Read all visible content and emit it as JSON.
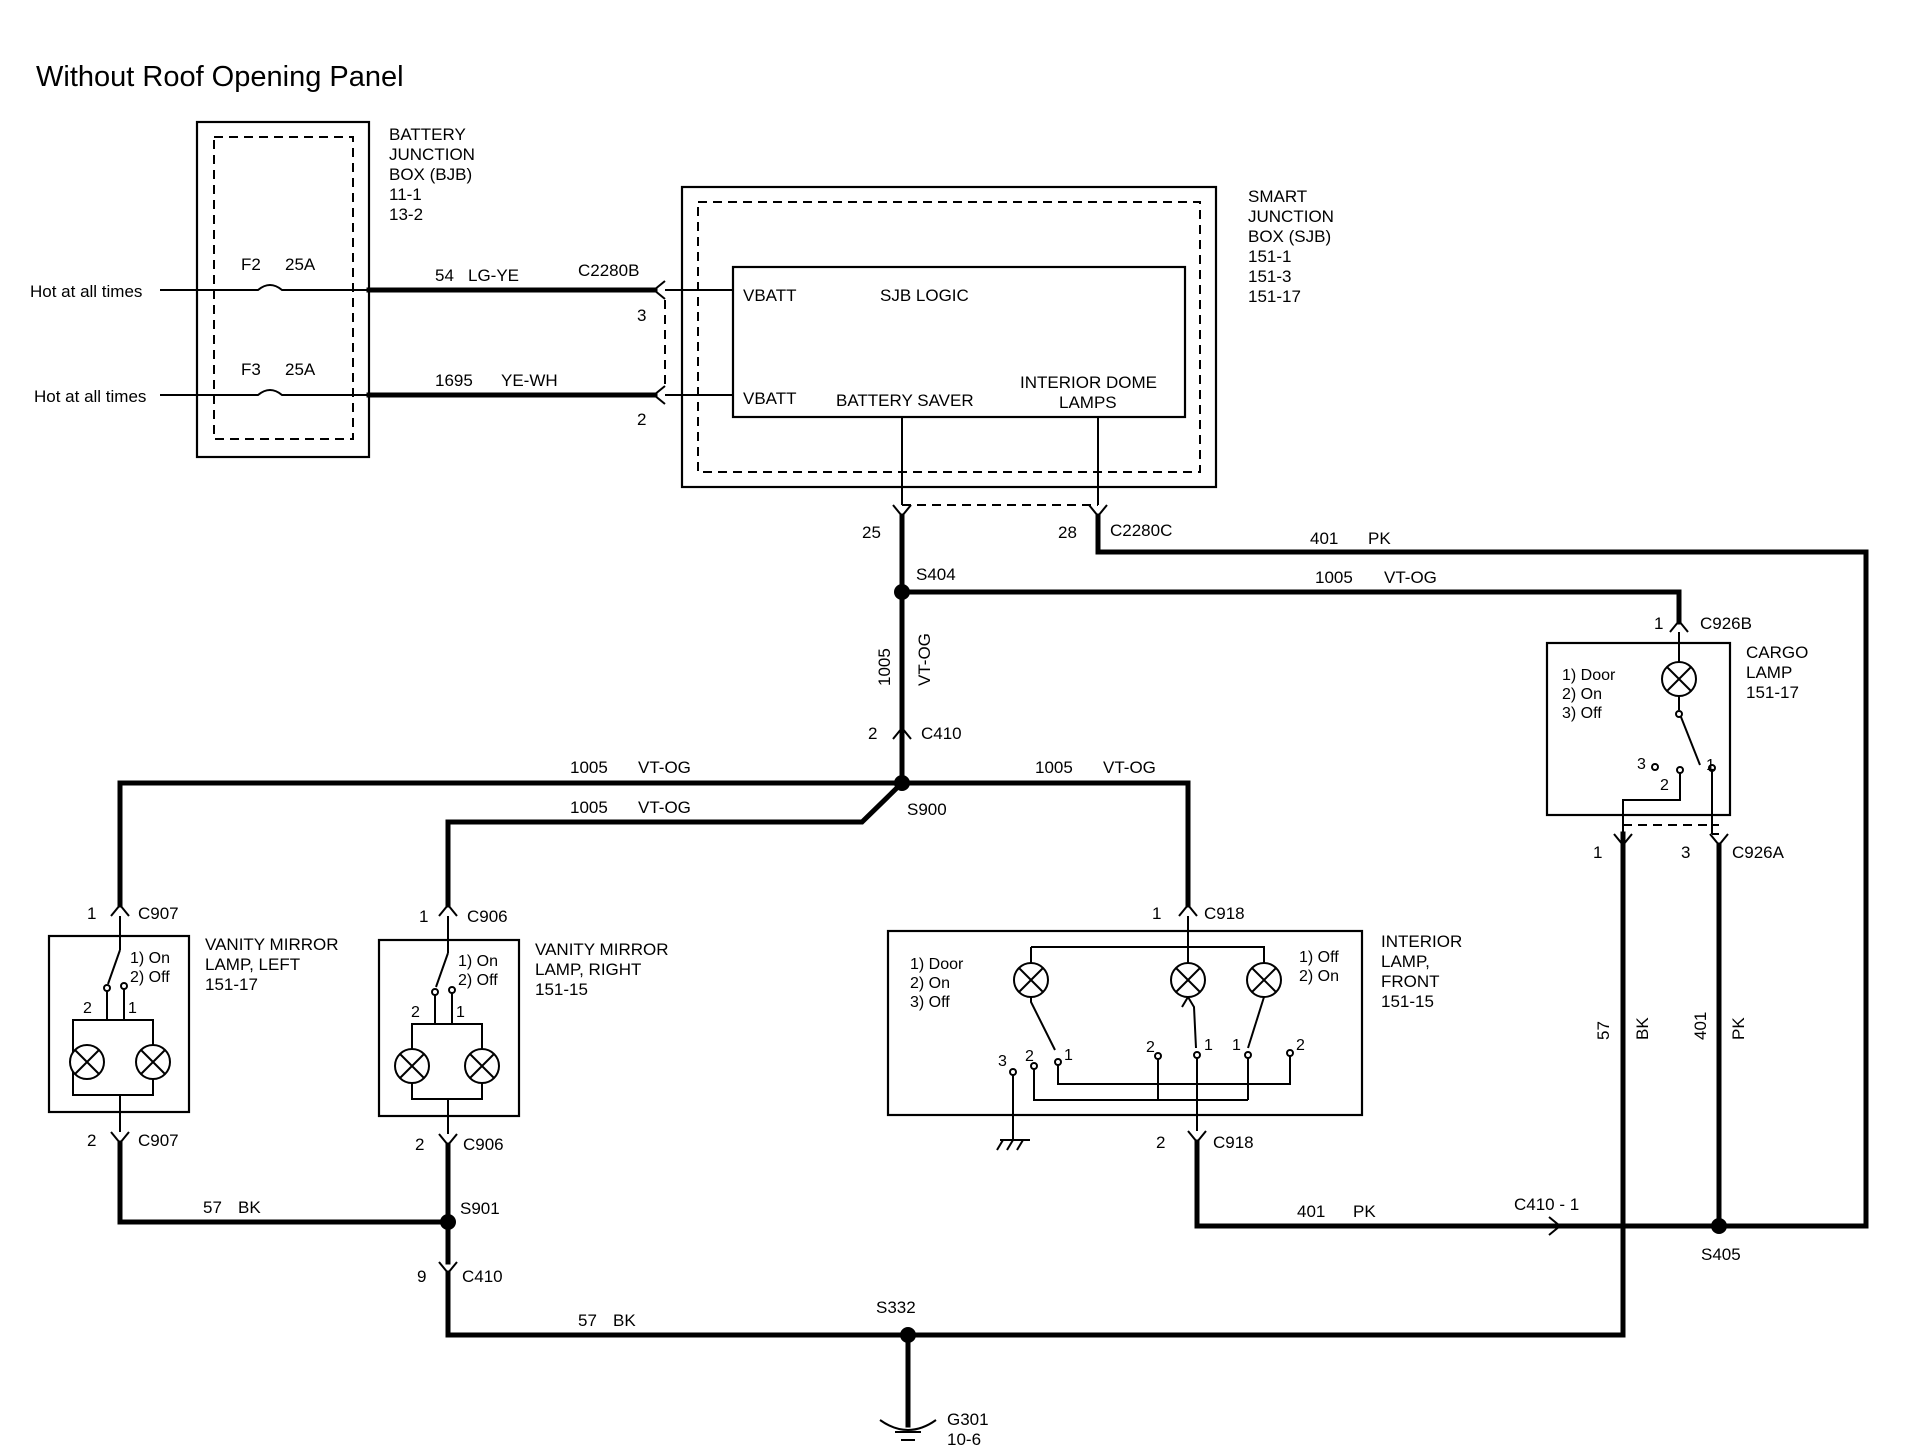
{
  "title": "Without Roof Opening Panel",
  "bjb": {
    "label": [
      "BATTERY",
      "JUNCTION",
      "BOX (BJB)",
      "11-1",
      "13-2"
    ],
    "fuses": [
      {
        "id": "F2",
        "rating": "25A",
        "feed": "Hot at all times"
      },
      {
        "id": "F3",
        "rating": "25A",
        "feed": "Hot at all times"
      }
    ]
  },
  "sjb": {
    "label": [
      "SMART",
      "JUNCTION",
      "BOX (SJB)",
      "151-1",
      "151-3",
      "151-17"
    ],
    "logic_title": "SJB LOGIC",
    "vbatt1": "VBATT",
    "vbatt2": "VBATT",
    "battery_saver": "BATTERY SAVER",
    "dome_lamps": [
      "INTERIOR DOME",
      "LAMPS"
    ],
    "conn_b": "C2280B",
    "conn_c": "C2280C",
    "pin3": "3",
    "pin2": "2",
    "pin25": "25",
    "pin28": "28"
  },
  "wires": {
    "w54": {
      "circuit": "54",
      "color": "LG-YE"
    },
    "w1695": {
      "circuit": "1695",
      "color": "YE-WH"
    },
    "w401_top": {
      "circuit": "401",
      "color": "PK"
    },
    "w1005_s404": {
      "circuit": "1005",
      "color": "VT-OG"
    },
    "w1005_vert": {
      "circuit": "1005",
      "color": "VT-OG"
    },
    "w1005_left": {
      "circuit": "1005",
      "color": "VT-OG"
    },
    "w1005_left2": {
      "circuit": "1005",
      "color": "VT-OG"
    },
    "w1005_right": {
      "circuit": "1005",
      "color": "VT-OG"
    },
    "w57_bottom_left": {
      "circuit": "57",
      "color": "BK"
    },
    "w57_bottom": {
      "circuit": "57",
      "color": "BK"
    },
    "w401_bottom": {
      "circuit": "401",
      "color": "PK"
    },
    "w57_vert": {
      "circuit": "57",
      "color": "BK"
    },
    "w401_vert": {
      "circuit": "401",
      "color": "PK"
    }
  },
  "splices": {
    "s404": "S404",
    "s900": "S900",
    "s901": "S901",
    "s332": "S332",
    "s405": "S405"
  },
  "connectors": {
    "c410_top": {
      "name": "C410",
      "pin": "2"
    },
    "c907_top": {
      "name": "C907",
      "pin": "1"
    },
    "c907_bot": {
      "name": "C907",
      "pin": "2"
    },
    "c906_top": {
      "name": "C906",
      "pin": "1"
    },
    "c906_bot": {
      "name": "C906",
      "pin": "2"
    },
    "c918_top": {
      "name": "C918",
      "pin": "1"
    },
    "c918_bot": {
      "name": "C918",
      "pin": "2"
    },
    "c410_mid": {
      "name": "C410",
      "pin": "9"
    },
    "c410_right": {
      "name": "C410  -  1"
    },
    "c926b": {
      "name": "C926B",
      "pin": "1"
    },
    "c926a": {
      "name": "C926A",
      "pin_a": "1",
      "pin_b": "3"
    }
  },
  "ground": {
    "name": "G301",
    "ref": "10-6"
  },
  "components": {
    "vanity_left": {
      "label": [
        "VANITY MIRROR",
        "LAMP, LEFT",
        "151-17"
      ],
      "switch": [
        "1) On",
        "2) Off"
      ],
      "pins": [
        "2",
        "1"
      ]
    },
    "vanity_right": {
      "label": [
        "VANITY MIRROR",
        "LAMP, RIGHT",
        "151-15"
      ],
      "switch": [
        "1) On",
        "2) Off"
      ],
      "pins": [
        "2",
        "1"
      ]
    },
    "interior_front": {
      "label": [
        "INTERIOR",
        "LAMP,",
        "FRONT",
        "151-15"
      ],
      "switch_left": [
        "1) Door",
        "2) On",
        "3) Off"
      ],
      "switch_right": [
        "1) Off",
        "2) On"
      ],
      "pins": [
        "3",
        "2",
        "1",
        "2",
        "1",
        "1",
        "2"
      ]
    },
    "cargo": {
      "label": [
        "CARGO",
        "LAMP",
        "151-17"
      ],
      "switch": [
        "1) Door",
        "2) On",
        "3) Off"
      ],
      "pins": [
        "3",
        "2",
        "1"
      ]
    }
  }
}
